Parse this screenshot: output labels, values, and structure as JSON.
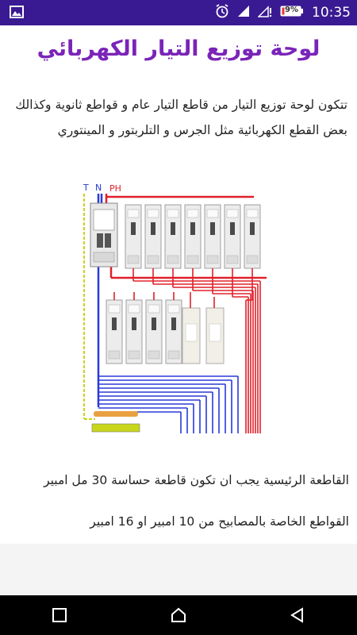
{
  "status_bar": {
    "time": "10:35",
    "battery_level": "9%",
    "icons": [
      "gallery-icon",
      "alarm-icon",
      "signal-icon",
      "signal-no-data-icon",
      "battery-icon"
    ]
  },
  "page": {
    "title": "لوحة توزيع التيار الكهربائي",
    "intro": "تتكون لوحة توزيع التيار من قاطع التيار عام و قواطع ثانوية وكذالك بعض القطع الكهربائية مثل الجرس و التلربتور و المينتوري",
    "diagram_labels": {
      "t": "T",
      "n": "N",
      "ph": "PH"
    },
    "line1": "القاطعة الرئيسية يجب ان تكون قاطعة حساسة  30 مل امبير",
    "line2": "القواطع الخاصة بالمصابيح  من 10 امبير او 16 امبير"
  },
  "colors": {
    "status_bar": "#3a1a92",
    "title": "#7a24b8",
    "wire_phase": "#e0202a",
    "wire_neutral": "#2a3ad8",
    "wire_earth": "#c8d61a"
  },
  "nav": {
    "icons": [
      "recent-apps-icon",
      "home-icon",
      "back-icon"
    ]
  }
}
